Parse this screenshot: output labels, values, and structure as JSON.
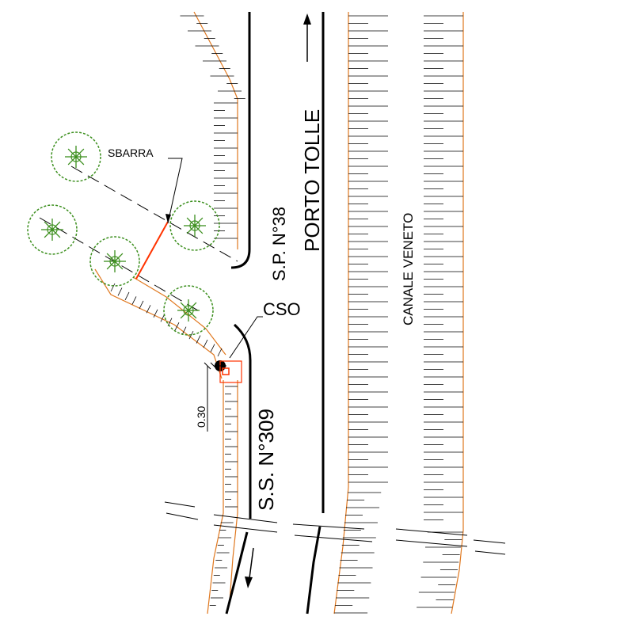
{
  "labels": {
    "sbarra": "SBARRA",
    "sp38": "S.P. N°38",
    "porto_tolle": "PORTO TOLLE",
    "canale_veneto": "CANALE VENETO",
    "cso": "CSO",
    "ss309": "S.S. N°309",
    "dimension": "0.30"
  },
  "colors": {
    "line": "#000000",
    "bank": "#e0781f",
    "barrier": "#ff3300",
    "tree": "#3c8f1e"
  }
}
